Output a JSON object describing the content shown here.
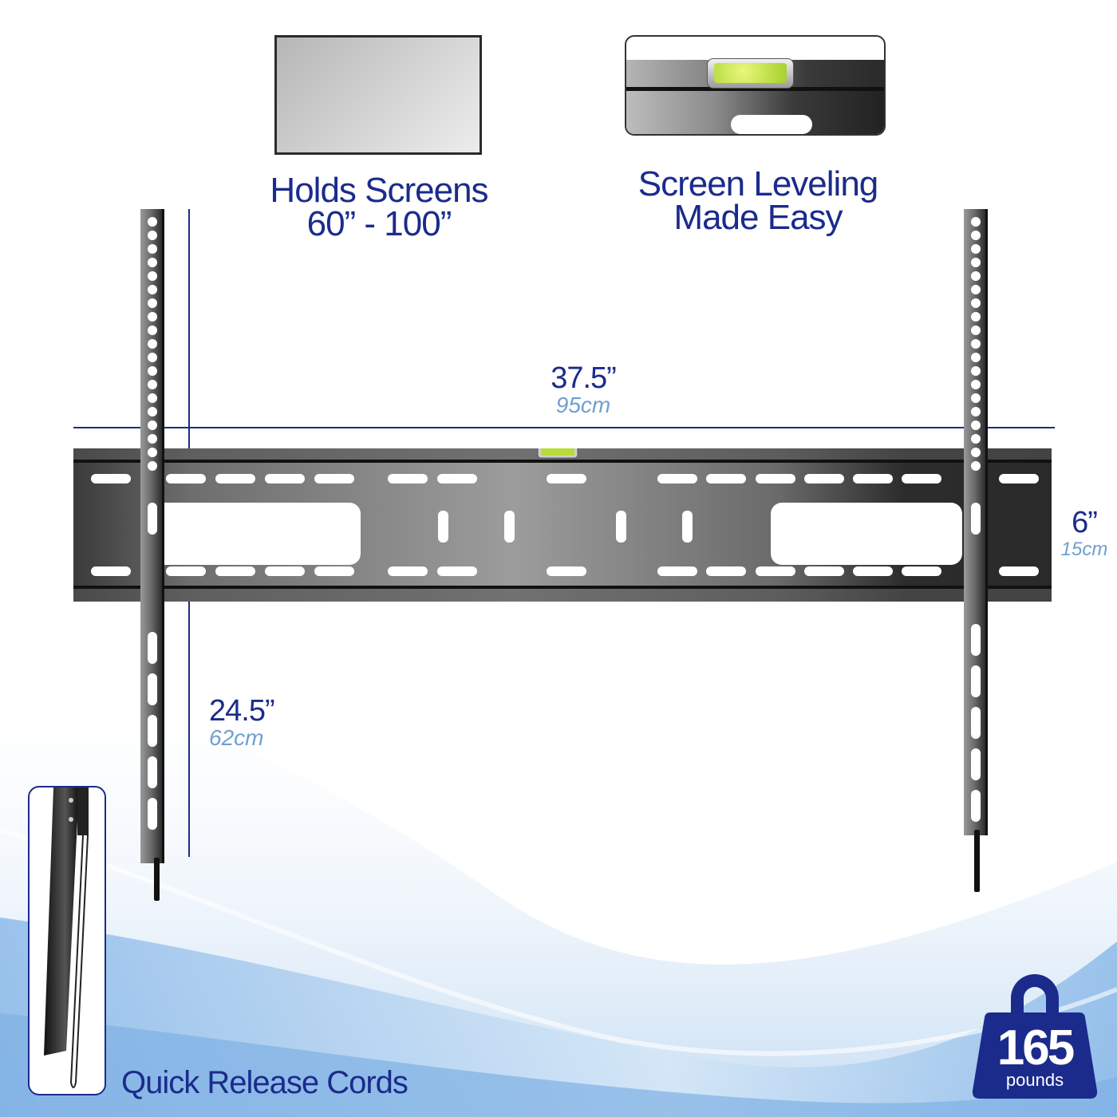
{
  "colors": {
    "brand_blue": "#1b2b8c",
    "metric_blue": "#6f9fd0",
    "bracket_dark": "#2a2a2a",
    "level_green": "#b7dc3a",
    "background_wave": "#a9cdee"
  },
  "features": {
    "screen_size": {
      "icon": "tv-screen-icon",
      "line1": "Holds Screens",
      "line2": "60” - 100”"
    },
    "leveling": {
      "icon": "bubble-level-icon",
      "line1": "Screen Leveling",
      "line2": "Made Easy"
    },
    "quick_release": {
      "icon": "release-cord-icon",
      "label": "Quick Release Cords"
    },
    "weight_capacity": {
      "icon": "weight-icon",
      "value": "165",
      "unit": "pounds"
    }
  },
  "dimensions": {
    "width": {
      "imperial": "37.5”",
      "metric": "95cm"
    },
    "height": {
      "imperial": "6”",
      "metric": "15cm"
    },
    "arm_length": {
      "imperial": "24.5”",
      "metric": "62cm"
    }
  },
  "product": {
    "type": "fixed-tv-wall-mount-bracket"
  }
}
